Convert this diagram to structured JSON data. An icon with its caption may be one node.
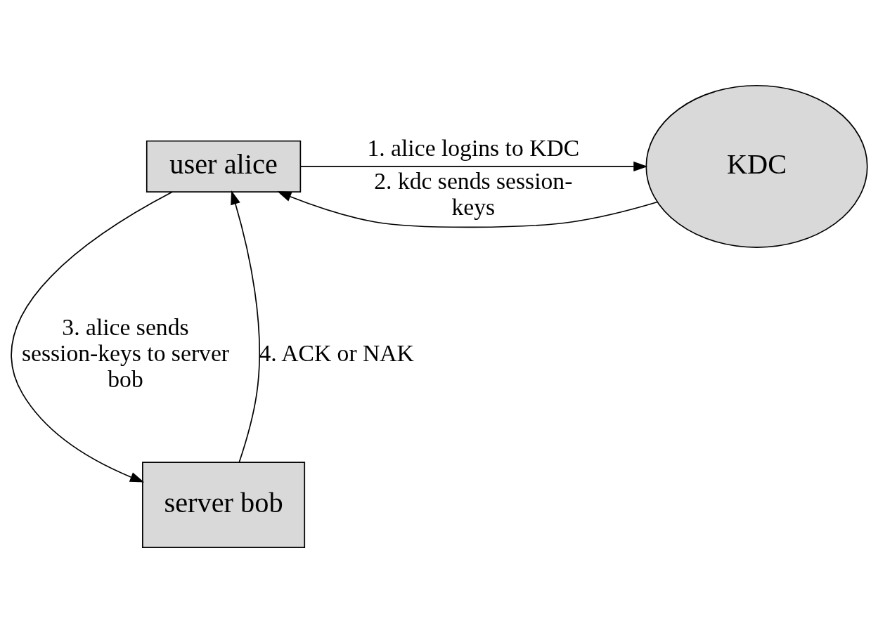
{
  "diagram": {
    "nodes": [
      {
        "text": [
          "user alice"
        ]
      },
      {
        "text": [
          "KDC"
        ]
      },
      {
        "text": [
          "server bob"
        ]
      }
    ],
    "edges": [
      {
        "from": 0,
        "to": 1,
        "arrow": "to",
        "label": "1. alice logins to KDC"
      },
      {
        "from": 1,
        "to": 0,
        "arrow": "to",
        "label": "2. kdc sends session-keys"
      },
      {
        "from": 0,
        "to": 2,
        "arrow": "to",
        "label": "3. alice sends session-keys to server bob"
      },
      {
        "from": 2,
        "to": 0,
        "arrow": "to",
        "label": "4. ACK or NAK"
      }
    ]
  }
}
